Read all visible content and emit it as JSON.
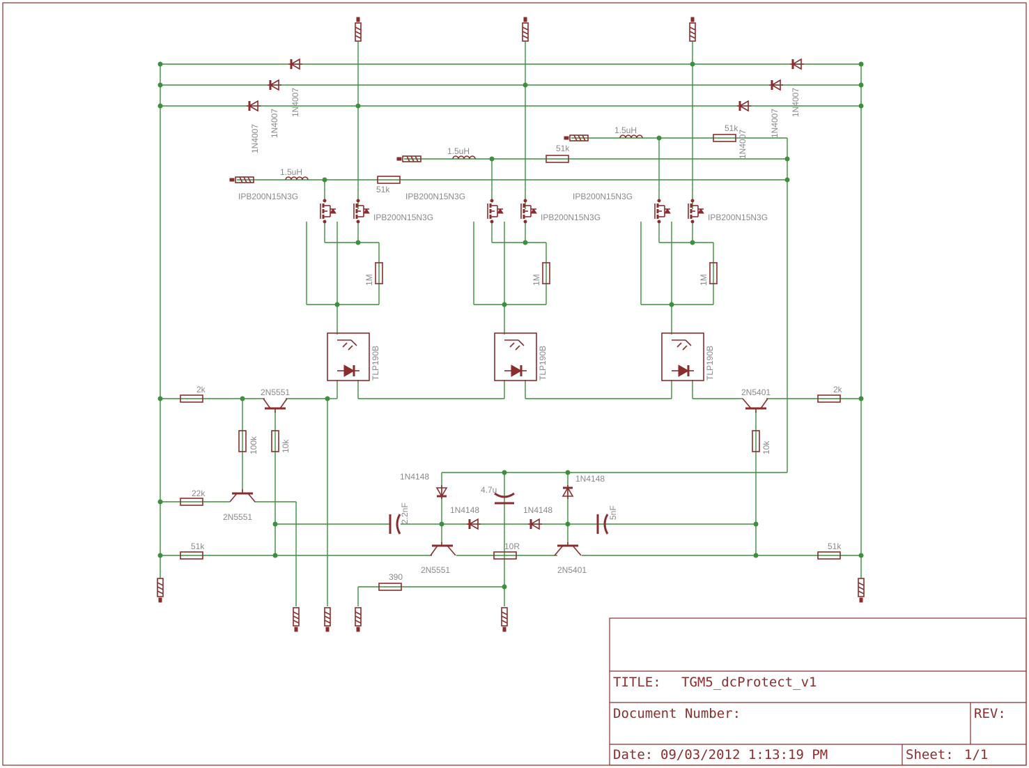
{
  "title_block": {
    "title_label": "TITLE:",
    "title_value": "TGM5_dcProtect_v1",
    "docnum_label": "Document Number:",
    "rev_label": "REV:",
    "date_label": "Date:",
    "date_value": "09/03/2012 1:13:19 PM",
    "sheet_label": "Sheet:",
    "sheet_value": "1/1"
  },
  "labels": {
    "d_top1": "1N4007",
    "d_top2": "1N4007",
    "d_top3": "1N4007",
    "d_top4": "1N4007",
    "d_top5": "1N4007",
    "d_top6": "1N4007",
    "ind1": "1.5uH",
    "ind2": "1.5uH",
    "ind3": "1.5uH",
    "r51k_1": "51k",
    "r51k_2": "51k",
    "r51k_3": "51k",
    "mos_1a": "IPB200N15N3G",
    "mos_1b": "IPB200N15N3G",
    "mos_2a": "IPB200N15N3G",
    "mos_2b": "IPB200N15N3G",
    "mos_3a": "IPB200N15N3G",
    "mos_3b": "IPB200N15N3G",
    "r1m_1": "1M",
    "r1m_2": "1M",
    "r1m_3": "1M",
    "opto_1": "TLP190B",
    "opto_2": "TLP190B",
    "opto_3": "TLP190B",
    "r2k_l": "2k",
    "r2k_r": "2k",
    "q_2n5551_top": "2N5551",
    "q_2n5401_top": "2N5401",
    "r100k": "100k",
    "r10k_l": "10k",
    "r10k_r": "10k",
    "r22k": "22k",
    "q_2n5551_mid": "2N5551",
    "r51k_bl": "51k",
    "r51k_br": "51k",
    "d1n4148_a": "1N4148",
    "d1n4148_b": "1N4148",
    "d1n4148_c": "1N4148",
    "d1n4148_d": "1N4148",
    "c47u": "4.7u",
    "c22n": "2.2nF",
    "c5n": "5nF",
    "r10r": "10R",
    "q_2n5551_bot": "2N5551",
    "q_2n5401_bot": "2N5401",
    "r390": "390"
  }
}
